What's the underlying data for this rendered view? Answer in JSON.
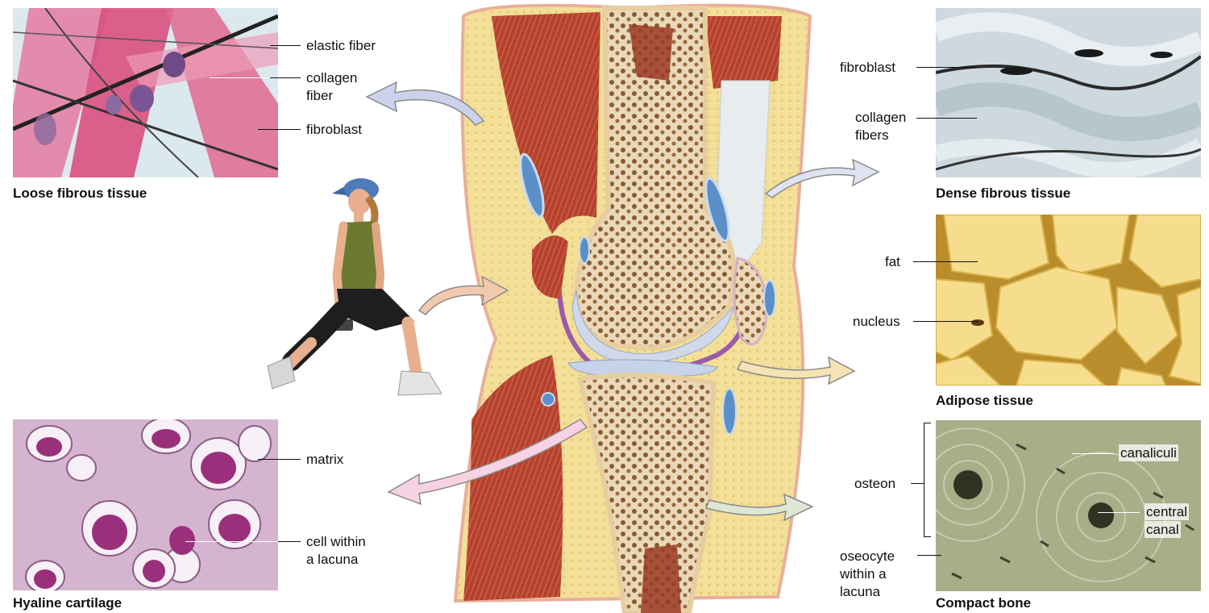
{
  "panels": {
    "loose": {
      "caption": "Loose fibrous tissue",
      "labels": [
        "elastic fiber",
        "collagen",
        "fiber",
        "fibroblast"
      ]
    },
    "dense": {
      "caption": "Dense fibrous tissue",
      "labels": [
        "fibroblast",
        "collagen",
        "fibers"
      ]
    },
    "adipose": {
      "caption": "Adipose tissue",
      "labels": [
        "fat",
        "nucleus"
      ]
    },
    "hyaline": {
      "caption": "Hyaline cartilage",
      "labels": [
        "matrix",
        "cell within",
        "a lacuna"
      ]
    },
    "compact": {
      "caption": "Compact bone",
      "labels": [
        "osteon",
        "oseocyte",
        "within a",
        "lacuna",
        "canaliculi",
        "central",
        "canal"
      ]
    }
  },
  "colors": {
    "loose_bg": "#d9e8ee",
    "loose_fiber": "#d94a7e",
    "dense_bg": "#c9d6dc",
    "adipose_bg": "#f3d77c",
    "hyaline_bg": "#d9b6d0",
    "compact_bg": "#a7aa86",
    "muscle": "#b8412e",
    "bone": "#e8d5b0",
    "fat_tissue": "#f2dc8e",
    "cartilage": "#c9d5ea"
  }
}
